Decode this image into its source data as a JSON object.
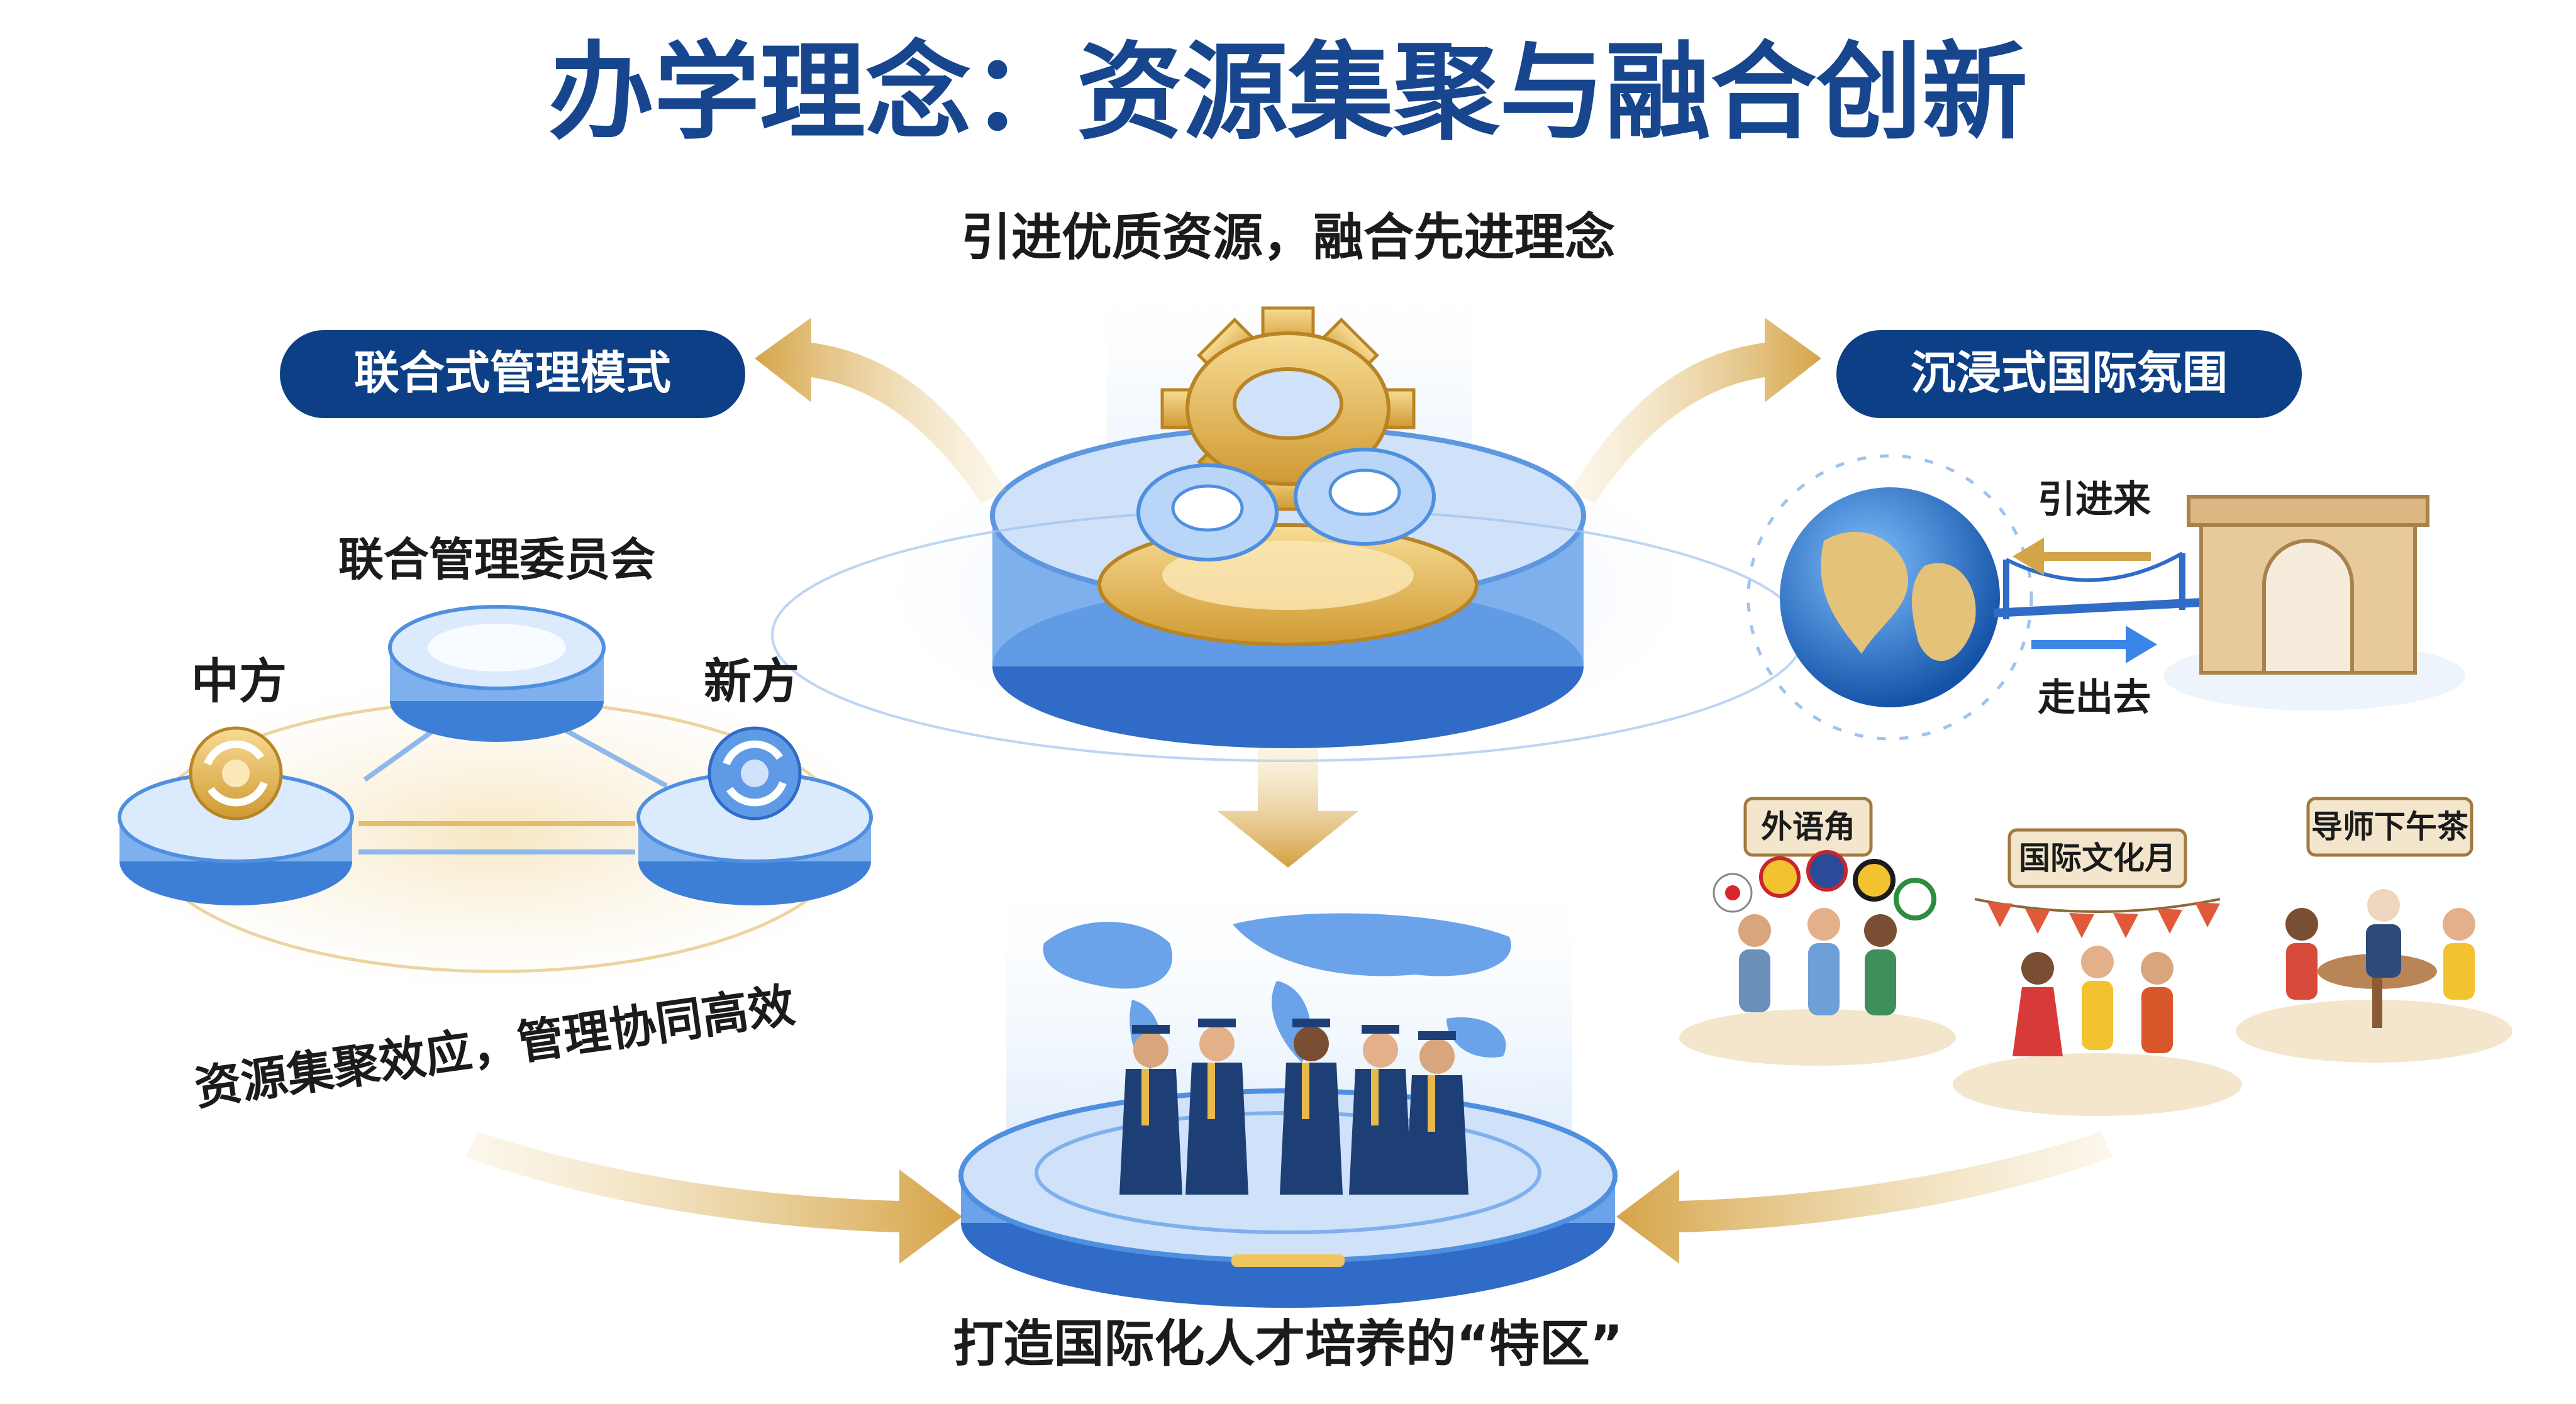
{
  "title": "办学理念：资源集聚与融合创新",
  "subtitle_top": "引进优质资源，融合先进理念",
  "left": {
    "pill_label": "联合式管理模式",
    "committee_label": "联合管理委员会",
    "china_side_label": "中方",
    "singapore_side_label": "新方",
    "effect_label": "资源集聚效应，管理协同高效"
  },
  "right": {
    "pill_label": "沉浸式国际氛围",
    "bring_in_label": "引进来",
    "go_out_label": "走出去",
    "sign_corner": "外语角",
    "sign_month": "国际文化月",
    "sign_tea": "导师下午茶"
  },
  "bottom_label": "打造国际化人才培养的“特区”",
  "colors": {
    "title_blue": "#17468f",
    "pill_blue": "#0d3f86",
    "platform_blue": "#4f8fe0",
    "gold": "#d8a94b",
    "text_dark": "#1b1b1b"
  }
}
